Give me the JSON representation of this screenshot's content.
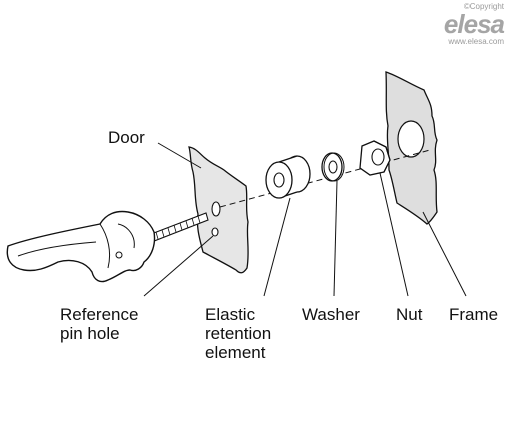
{
  "brand": {
    "copyright": "©Copyright",
    "logo": "elesa",
    "url": "www.elesa.com"
  },
  "labels": {
    "door": "Door",
    "reference_pin_hole_line1": "Reference",
    "reference_pin_hole_line2": "pin hole",
    "elastic_line1": "Elastic",
    "elastic_line2": "retention",
    "elastic_line3": "element",
    "washer": "Washer",
    "nut": "Nut",
    "frame": "Frame"
  },
  "colors": {
    "line": "#111111",
    "panel_fill": "#e6e6e6",
    "frame_fill": "#dedede"
  }
}
